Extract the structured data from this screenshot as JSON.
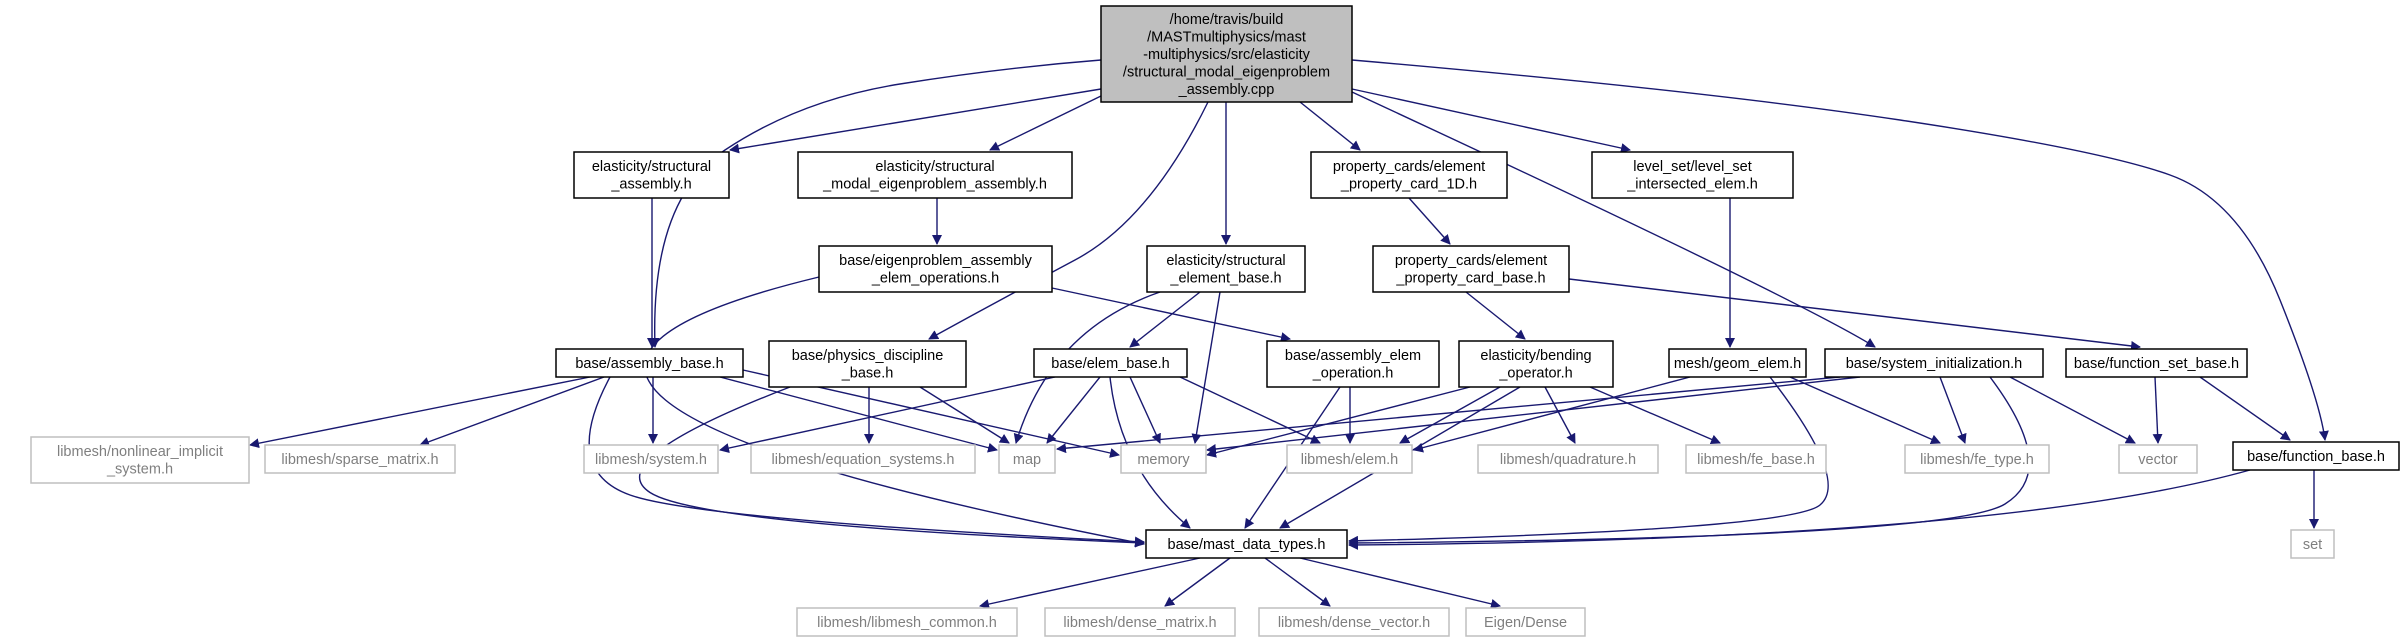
{
  "colors": {
    "edge": "#191970",
    "root_fill": "#bfbfbf",
    "node_border": "#000000",
    "external_border": "#bfbfbf",
    "external_text": "#7f7f7f"
  },
  "nodes": [
    {
      "id": "root",
      "kind": "root",
      "lines": [
        "/home/travis/build",
        "/MASTmultiphysics/mast",
        "-multiphysics/src/elasticity",
        "/structural_modal_eigenproblem",
        "_assembly.cpp"
      ]
    },
    {
      "id": "elasticity-structural-assembly",
      "kind": "local",
      "lines": [
        "elasticity/structural",
        "_assembly.h"
      ]
    },
    {
      "id": "elasticity-structural-modal-eigenproblem-assembly",
      "kind": "local",
      "lines": [
        "elasticity/structural",
        "_modal_eigenproblem_assembly.h"
      ]
    },
    {
      "id": "elasticity-structural-element-base",
      "kind": "local",
      "lines": [
        "elasticity/structural",
        "_element_base.h"
      ]
    },
    {
      "id": "property-cards-element-property-card-1d",
      "kind": "local",
      "lines": [
        "property_cards/element",
        "_property_card_1D.h"
      ]
    },
    {
      "id": "level-set-intersected-elem",
      "kind": "local",
      "lines": [
        "level_set/level_set",
        "_intersected_elem.h"
      ]
    },
    {
      "id": "base-eigenproblem-assembly-elem-operations",
      "kind": "local",
      "lines": [
        "base/eigenproblem_assembly",
        "_elem_operations.h"
      ]
    },
    {
      "id": "property-cards-element-property-card-base",
      "kind": "local",
      "lines": [
        "property_cards/element",
        "_property_card_base.h"
      ]
    },
    {
      "id": "base-assembly-base",
      "kind": "local",
      "lines": [
        "base/assembly_base.h"
      ]
    },
    {
      "id": "base-physics-discipline-base",
      "kind": "local",
      "lines": [
        "base/physics_discipline",
        "_base.h"
      ]
    },
    {
      "id": "base-elem-base",
      "kind": "local",
      "lines": [
        "base/elem_base.h"
      ]
    },
    {
      "id": "base-assembly-elem-operation",
      "kind": "local",
      "lines": [
        "base/assembly_elem",
        "_operation.h"
      ]
    },
    {
      "id": "elasticity-bending-operator",
      "kind": "local",
      "lines": [
        "elasticity/bending",
        "_operator.h"
      ]
    },
    {
      "id": "mesh-geom-elem",
      "kind": "local",
      "lines": [
        "mesh/geom_elem.h"
      ]
    },
    {
      "id": "base-system-initialization",
      "kind": "local",
      "lines": [
        "base/system_initialization.h"
      ]
    },
    {
      "id": "base-function-set-base",
      "kind": "local",
      "lines": [
        "base/function_set_base.h"
      ]
    },
    {
      "id": "base-function-base",
      "kind": "local",
      "lines": [
        "base/function_base.h"
      ]
    },
    {
      "id": "base-mast-data-types",
      "kind": "local",
      "lines": [
        "base/mast_data_types.h"
      ]
    },
    {
      "id": "libmesh-nonlinear-implicit-system",
      "kind": "external",
      "lines": [
        "libmesh/nonlinear_implicit",
        "_system.h"
      ]
    },
    {
      "id": "libmesh-sparse-matrix",
      "kind": "external",
      "lines": [
        "libmesh/sparse_matrix.h"
      ]
    },
    {
      "id": "libmesh-system",
      "kind": "external",
      "lines": [
        "libmesh/system.h"
      ]
    },
    {
      "id": "libmesh-equation-systems",
      "kind": "external",
      "lines": [
        "libmesh/equation_systems.h"
      ]
    },
    {
      "id": "map",
      "kind": "external",
      "lines": [
        "map"
      ]
    },
    {
      "id": "memory",
      "kind": "external",
      "lines": [
        "memory"
      ]
    },
    {
      "id": "libmesh-elem",
      "kind": "external",
      "lines": [
        "libmesh/elem.h"
      ]
    },
    {
      "id": "libmesh-quadrature",
      "kind": "external",
      "lines": [
        "libmesh/quadrature.h"
      ]
    },
    {
      "id": "libmesh-fe-base",
      "kind": "external",
      "lines": [
        "libmesh/fe_base.h"
      ]
    },
    {
      "id": "libmesh-fe-type",
      "kind": "external",
      "lines": [
        "libmesh/fe_type.h"
      ]
    },
    {
      "id": "vector",
      "kind": "external",
      "lines": [
        "vector"
      ]
    },
    {
      "id": "set",
      "kind": "external",
      "lines": [
        "set"
      ]
    },
    {
      "id": "libmesh-libmesh-common",
      "kind": "external",
      "lines": [
        "libmesh/libmesh_common.h"
      ]
    },
    {
      "id": "libmesh-dense-matrix",
      "kind": "external",
      "lines": [
        "libmesh/dense_matrix.h"
      ]
    },
    {
      "id": "libmesh-dense-vector",
      "kind": "external",
      "lines": [
        "libmesh/dense_vector.h"
      ]
    },
    {
      "id": "eigen-dense",
      "kind": "external",
      "lines": [
        "Eigen/Dense"
      ]
    }
  ],
  "edges": [
    {
      "from": "root",
      "to": "elasticity-structural-assembly"
    },
    {
      "from": "root",
      "to": "elasticity-structural-modal-eigenproblem-assembly"
    },
    {
      "from": "root",
      "to": "base-assembly-base"
    },
    {
      "from": "root",
      "to": "base-physics-discipline-base"
    },
    {
      "from": "root",
      "to": "elasticity-structural-element-base"
    },
    {
      "from": "root",
      "to": "property-cards-element-property-card-1d"
    },
    {
      "from": "root",
      "to": "level-set-intersected-elem"
    },
    {
      "from": "root",
      "to": "base-system-initialization"
    },
    {
      "from": "root",
      "to": "base-function-base"
    },
    {
      "from": "elasticity-structural-assembly",
      "to": "base-assembly-base"
    },
    {
      "from": "elasticity-structural-modal-eigenproblem-assembly",
      "to": "base-eigenproblem-assembly-elem-operations"
    },
    {
      "from": "base-eigenproblem-assembly-elem-operations",
      "to": "base-mast-data-types"
    },
    {
      "from": "base-eigenproblem-assembly-elem-operations",
      "to": "base-assembly-elem-operation"
    },
    {
      "from": "elasticity-structural-element-base",
      "to": "base-elem-base"
    },
    {
      "from": "elasticity-structural-element-base",
      "to": "map"
    },
    {
      "from": "elasticity-structural-element-base",
      "to": "memory"
    },
    {
      "from": "property-cards-element-property-card-1d",
      "to": "property-cards-element-property-card-base"
    },
    {
      "from": "property-cards-element-property-card-base",
      "to": "elasticity-bending-operator"
    },
    {
      "from": "property-cards-element-property-card-base",
      "to": "base-function-set-base"
    },
    {
      "from": "level-set-intersected-elem",
      "to": "mesh-geom-elem"
    },
    {
      "from": "base-assembly-base",
      "to": "libmesh-nonlinear-implicit-system"
    },
    {
      "from": "base-assembly-base",
      "to": "libmesh-sparse-matrix"
    },
    {
      "from": "base-assembly-base",
      "to": "libmesh-system"
    },
    {
      "from": "base-assembly-base",
      "to": "map"
    },
    {
      "from": "base-assembly-base",
      "to": "memory"
    },
    {
      "from": "base-assembly-base",
      "to": "base-mast-data-types"
    },
    {
      "from": "base-physics-discipline-base",
      "to": "libmesh-equation-systems"
    },
    {
      "from": "base-physics-discipline-base",
      "to": "map"
    },
    {
      "from": "base-physics-discipline-base",
      "to": "base-mast-data-types"
    },
    {
      "from": "base-elem-base",
      "to": "libmesh-system"
    },
    {
      "from": "base-elem-base",
      "to": "map"
    },
    {
      "from": "base-elem-base",
      "to": "memory"
    },
    {
      "from": "base-elem-base",
      "to": "libmesh-elem"
    },
    {
      "from": "base-elem-base",
      "to": "base-mast-data-types"
    },
    {
      "from": "base-assembly-elem-operation",
      "to": "libmesh-elem"
    },
    {
      "from": "base-assembly-elem-operation",
      "to": "base-mast-data-types"
    },
    {
      "from": "elasticity-bending-operator",
      "to": "memory"
    },
    {
      "from": "elasticity-bending-operator",
      "to": "libmesh-elem"
    },
    {
      "from": "elasticity-bending-operator",
      "to": "libmesh-quadrature"
    },
    {
      "from": "elasticity-bending-operator",
      "to": "libmesh-fe-base"
    },
    {
      "from": "elasticity-bending-operator",
      "to": "base-mast-data-types"
    },
    {
      "from": "mesh-geom-elem",
      "to": "libmesh-elem"
    },
    {
      "from": "mesh-geom-elem",
      "to": "libmesh-fe-type"
    },
    {
      "from": "mesh-geom-elem",
      "to": "base-mast-data-types"
    },
    {
      "from": "base-system-initialization",
      "to": "map"
    },
    {
      "from": "base-system-initialization",
      "to": "memory"
    },
    {
      "from": "base-system-initialization",
      "to": "libmesh-fe-type"
    },
    {
      "from": "base-system-initialization",
      "to": "vector"
    },
    {
      "from": "base-system-initialization",
      "to": "base-mast-data-types"
    },
    {
      "from": "base-function-set-base",
      "to": "vector"
    },
    {
      "from": "base-function-set-base",
      "to": "base-function-base"
    },
    {
      "from": "base-function-base",
      "to": "base-mast-data-types"
    },
    {
      "from": "base-function-base",
      "to": "set"
    },
    {
      "from": "base-mast-data-types",
      "to": "libmesh-libmesh-common"
    },
    {
      "from": "base-mast-data-types",
      "to": "libmesh-dense-matrix"
    },
    {
      "from": "base-mast-data-types",
      "to": "libmesh-dense-vector"
    },
    {
      "from": "base-mast-data-types",
      "to": "eigen-dense"
    }
  ]
}
